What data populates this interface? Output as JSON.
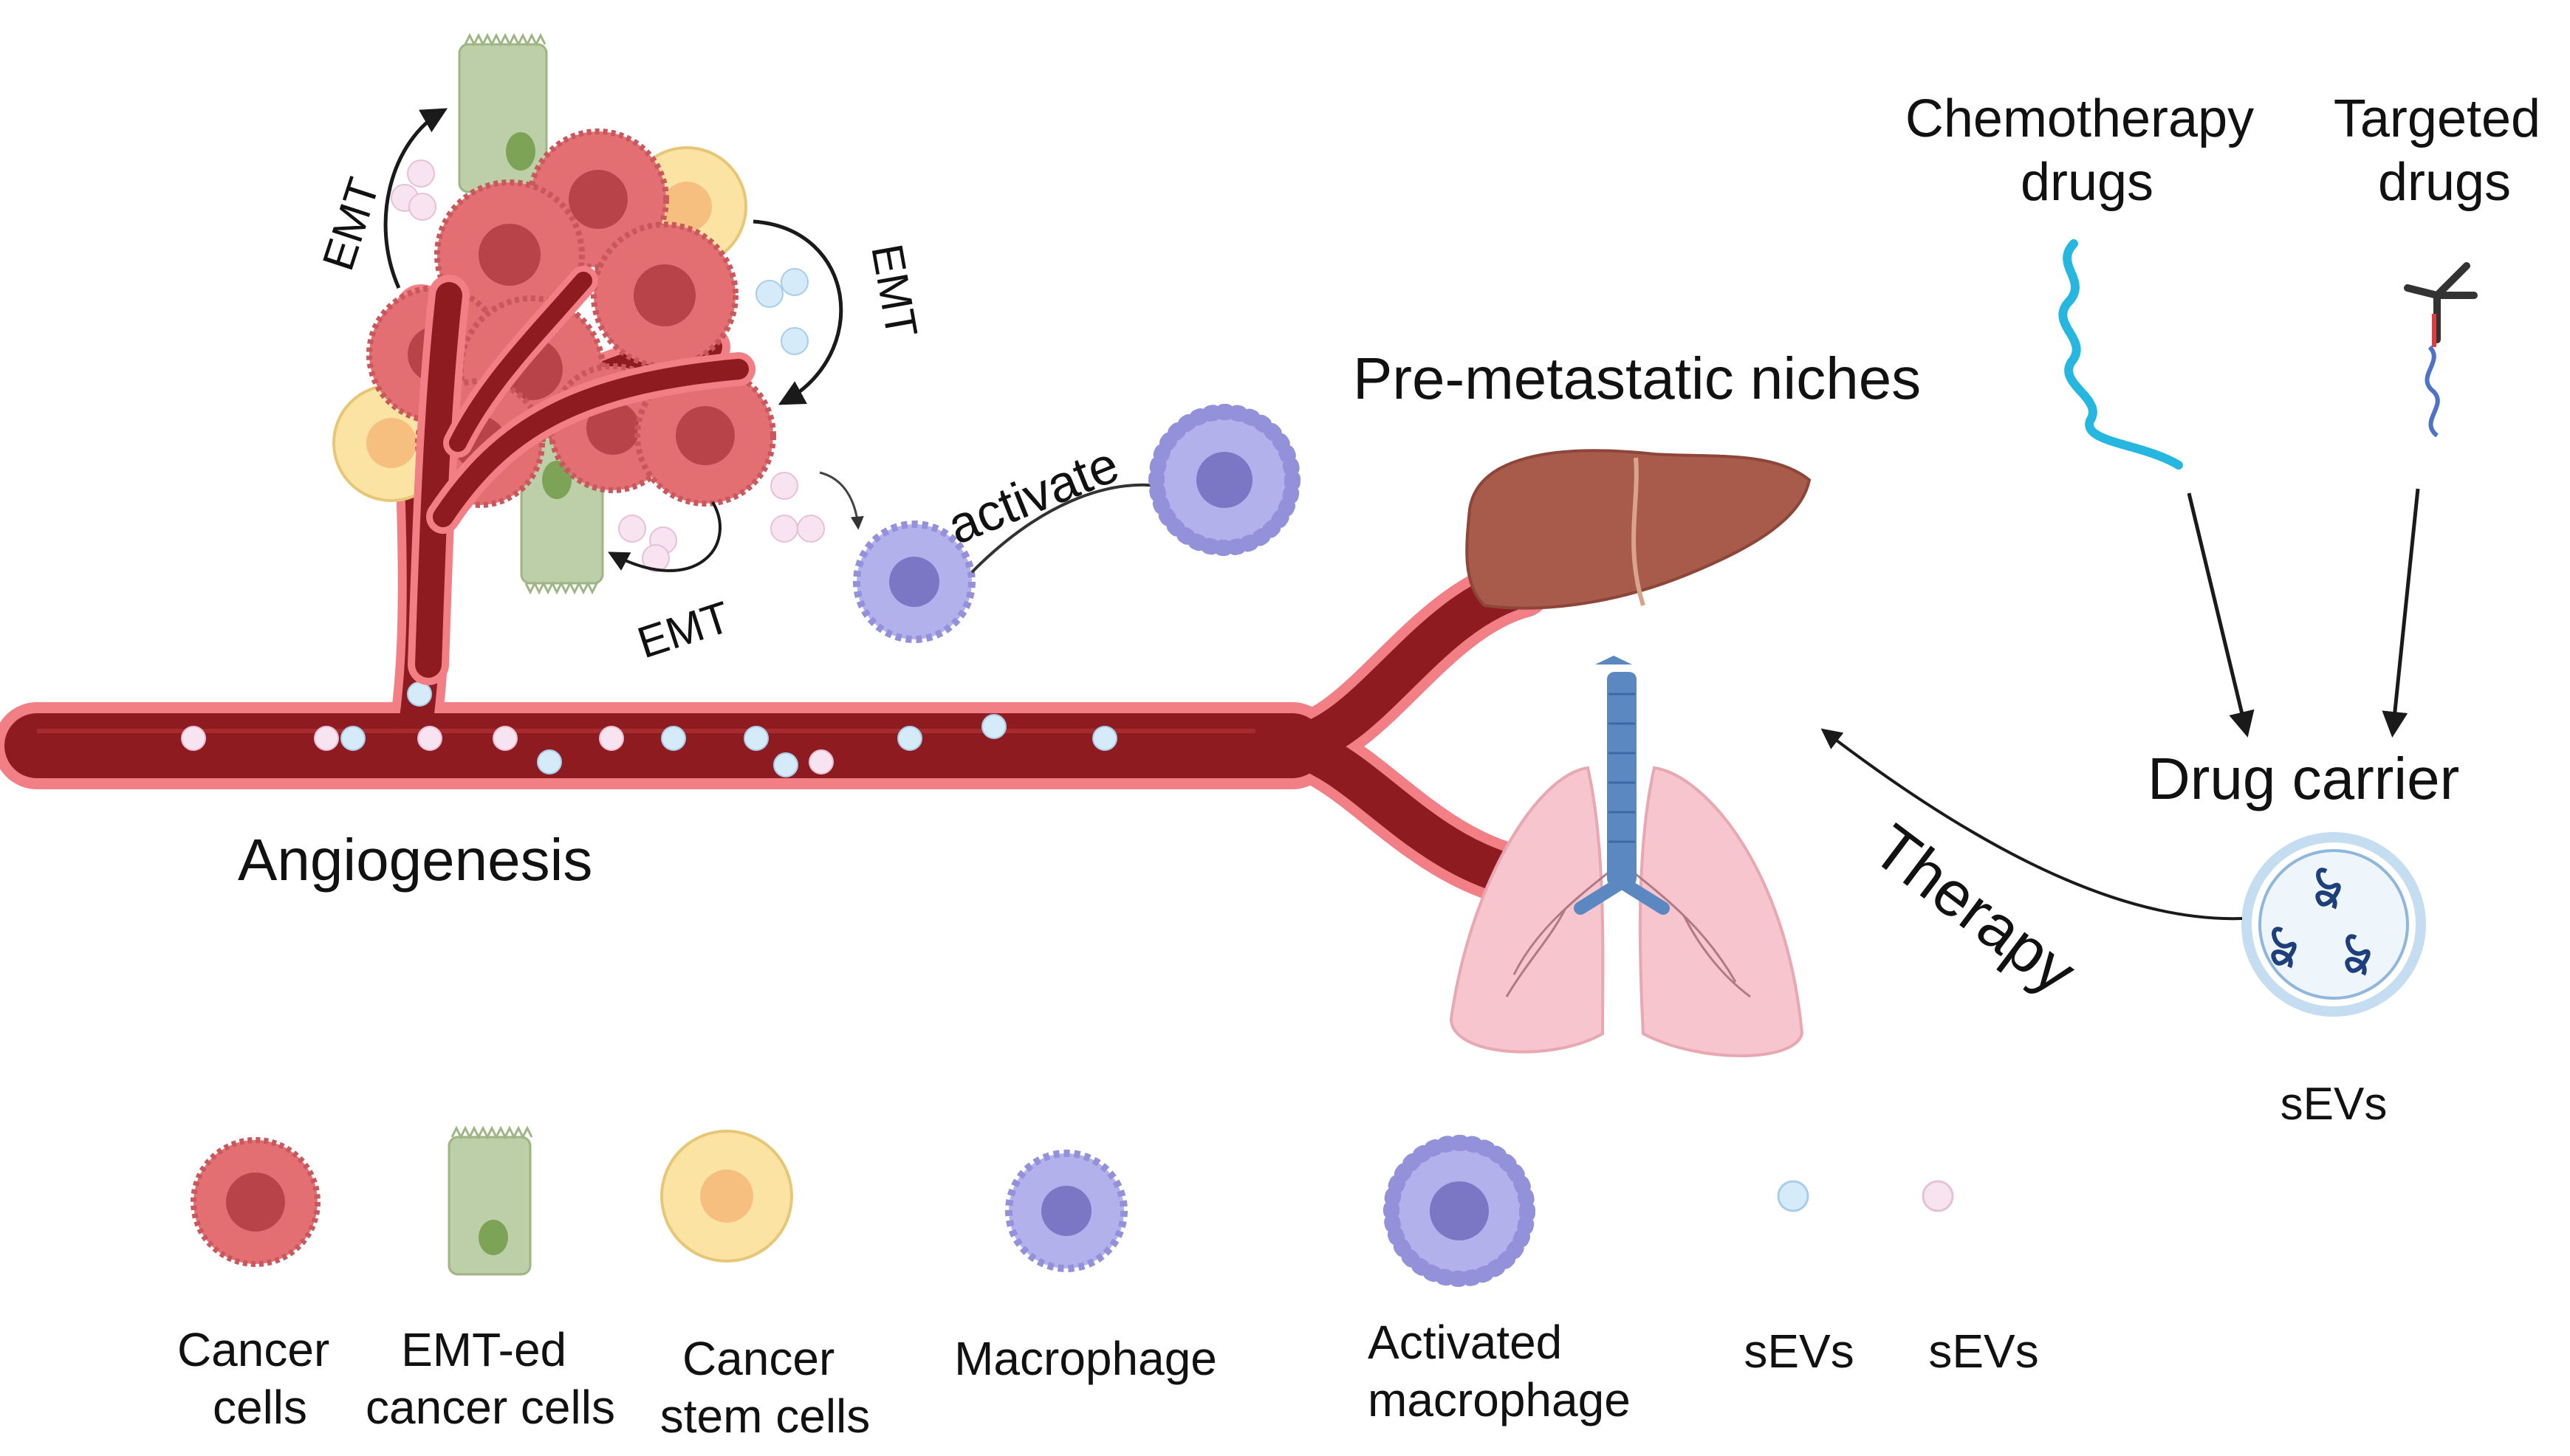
{
  "labels": {
    "emt_top_left": "EMT",
    "emt_right": "EMT",
    "emt_bottom": "EMT",
    "activate": "activate",
    "angiogenesis": "Angiogenesis",
    "pre_metastatic": "Pre-metastatic niches",
    "chemo_line1": "Chemotherapy",
    "chemo_line2": "drugs",
    "targeted_line1": "Targeted",
    "targeted_line2": "drugs",
    "drug_carrier": "Drug carrier",
    "therapy": "Therapy",
    "sevs_carrier": "sEVs"
  },
  "legend": [
    {
      "id": "cancer",
      "line1": "Cancer",
      "line2": "cells"
    },
    {
      "id": "emt",
      "line1": "EMT-ed",
      "line2": "cancer cells"
    },
    {
      "id": "stem",
      "line1": "Cancer",
      "line2": "stem cells"
    },
    {
      "id": "macrophage",
      "line1": "Macrophage",
      "line2": ""
    },
    {
      "id": "activated",
      "line1": "Activated",
      "line2": "macrophage"
    },
    {
      "id": "sevs_blue",
      "line1": "sEVs",
      "line2": ""
    },
    {
      "id": "sevs_pink",
      "line1": "sEVs",
      "line2": ""
    }
  ],
  "colors": {
    "vessel_dark": "#8e1b1f",
    "vessel_edge": "#f27f86",
    "cancer_cell": "#e36f73",
    "cancer_nucleus": "#b84449",
    "emt_cell": "#bccfa8",
    "emt_nucleus": "#7da356",
    "stem_cell": "#fbe3a4",
    "stem_nucleus": "#f6bf7f",
    "macrophage": "#b3b1ec",
    "macrophage_nucleus": "#7b77c4",
    "sev_blue": "#d6ebfa",
    "sev_pink": "#f8e4f0",
    "liver": "#a85a4b",
    "lung": "#f6c5cd",
    "trachea": "#5c88c2",
    "chemo_drug": "#25b7e0",
    "carrier_ring": "#c4ddf1",
    "carrier_cargo": "#1d3f7c"
  }
}
